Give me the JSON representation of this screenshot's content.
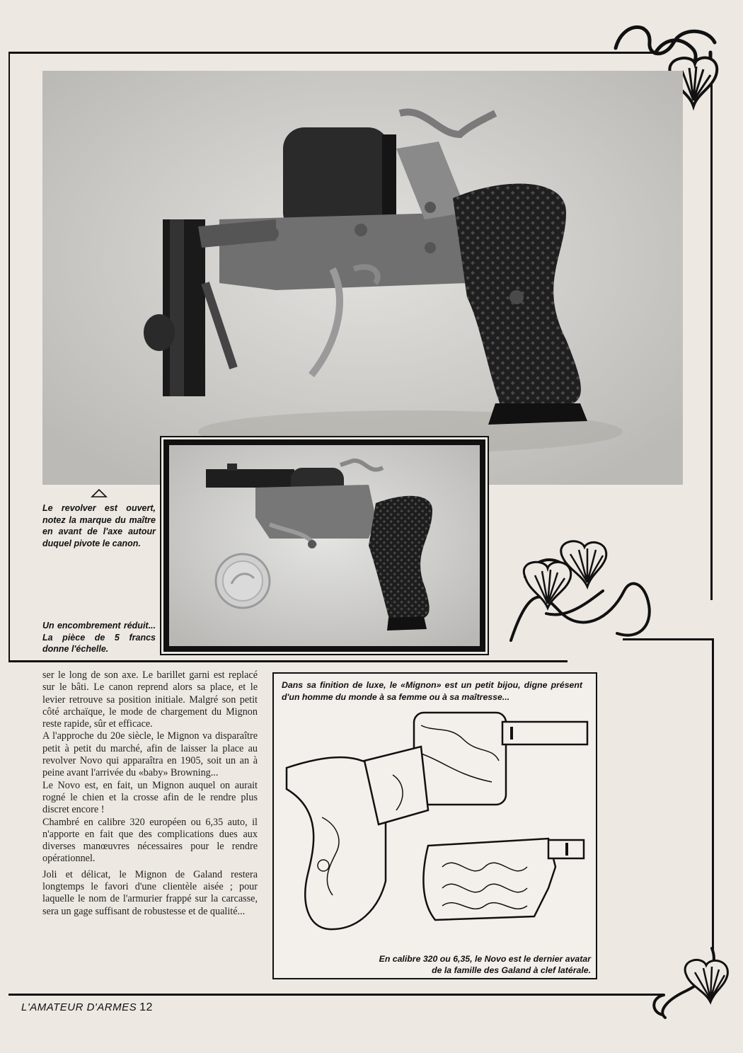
{
  "captions": {
    "revolver_open": "Le revolver est ouvert, notez la marque du maître en avant de l'axe autour duquel pivote le canon.",
    "encombrement": "Un encombrement réduit... La pièce de 5 francs donne l'échelle.",
    "finition_luxe": "Dans sa finition de luxe, le «Mignon» est un petit bijou, digne présent d'un homme du monde à sa femme ou à sa maîtresse...",
    "calibre_novo": "En calibre 320 ou 6,35, le Novo est le dernier avatar de la famille des Galand à clef latérale."
  },
  "body": {
    "p1": "ser le long de son axe. Le barillet garni est replacé sur le bâti. Le canon reprend alors sa place, et le levier retrouve sa position initiale. Malgré son petit côté archaïque, le mode de chargement du Mignon reste rapide, sûr et efficace.",
    "p2": "A l'approche du 20e siècle, le Mignon va disparaître petit à petit du marché, afin de laisser la place au revolver Novo qui apparaîtra en 1905, soit un an à peine avant l'arrivée du «baby» Browning...",
    "p3": "Le Novo est, en fait, un Mignon auquel on aurait rogné le chien et la crosse afin de le rendre plus discret encore !",
    "p4": "Chambré en calibre 320 européen ou 6,35 auto, il n'apporte en fait que des complications dues aux diverses manœuvres nécessaires pour le rendre opérationnel.",
    "p5": "Joli et délicat, le Mignon de Galand restera longtemps le favori d'une clientèle aisée ; pour laquelle le nom de l'armurier frappé sur la carcasse, sera un gage suffisant de robustesse et de qualité..."
  },
  "footer": {
    "magazine": "L'AMATEUR D'ARMES",
    "page_number": "12"
  },
  "colors": {
    "paper": "#ede8e2",
    "ink": "#111111",
    "photo_bg": "#d8d6d2"
  }
}
